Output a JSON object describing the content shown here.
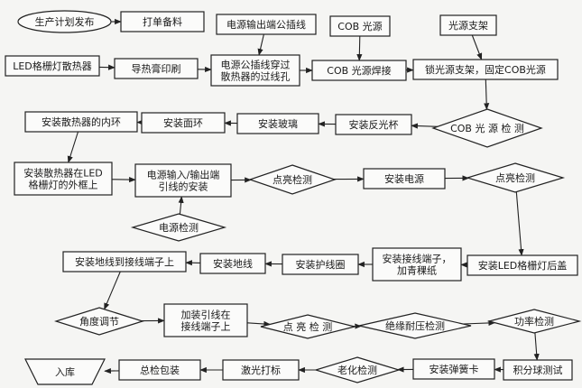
{
  "nodes": {
    "start": {
      "shape": "ellipse",
      "lines": [
        "生产计划发布"
      ]
    },
    "pick": {
      "shape": "rect",
      "lines": [
        "打单备料"
      ]
    },
    "pwr_cable": {
      "shape": "rect",
      "lines": [
        "电源输出端公插线"
      ]
    },
    "cob_src": {
      "shape": "rect",
      "lines": [
        "COB  光源"
      ]
    },
    "lamp_holder": {
      "shape": "rect",
      "lines": [
        "光源支架"
      ]
    },
    "heatsink": {
      "shape": "rect",
      "lines": [
        "LED格栅灯散热器"
      ]
    },
    "paste": {
      "shape": "rect",
      "lines": [
        "导热膏印刷"
      ]
    },
    "thread": {
      "shape": "rect",
      "lines": [
        "电源公插线穿过",
        "散热器的过线孔"
      ]
    },
    "weld": {
      "shape": "rect",
      "lines": [
        "COB  光源焊接"
      ]
    },
    "lock": {
      "shape": "rect",
      "lines": [
        "锁光源支架，固定COB光源"
      ]
    },
    "inner_ring": {
      "shape": "rect",
      "lines": [
        "安装散热器的内环"
      ]
    },
    "face_ring": {
      "shape": "rect",
      "lines": [
        "安装面环"
      ]
    },
    "glass": {
      "shape": "rect",
      "lines": [
        "安装玻璃"
      ]
    },
    "reflector": {
      "shape": "rect",
      "lines": [
        "安装反光杯"
      ]
    },
    "cob_check": {
      "shape": "diamond",
      "lines": [
        "COB  光  源  检  测"
      ]
    },
    "outer_frame": {
      "shape": "rect",
      "lines": [
        "安装散热器在LED",
        "格栅灯的外框上"
      ]
    },
    "lead_install": {
      "shape": "rect",
      "lines": [
        "电源输入/输出端",
        "引线的安装"
      ]
    },
    "light_test1": {
      "shape": "diamond",
      "lines": [
        "点亮检测"
      ]
    },
    "install_psu": {
      "shape": "rect",
      "lines": [
        "安装电源"
      ]
    },
    "light_test2": {
      "shape": "diamond",
      "lines": [
        "点亮检测"
      ]
    },
    "psu_check": {
      "shape": "diamond",
      "lines": [
        "电源检测"
      ]
    },
    "ground_term": {
      "shape": "rect",
      "lines": [
        "安装地线到接线端子上"
      ]
    },
    "ground": {
      "shape": "rect",
      "lines": [
        "安装地线"
      ]
    },
    "guard": {
      "shape": "rect",
      "lines": [
        "安装护线圈"
      ]
    },
    "terminal": {
      "shape": "rect",
      "lines": [
        "安装接线端子，",
        "加青稞纸"
      ]
    },
    "rear_cover": {
      "shape": "rect",
      "lines": [
        "安装LED格栅灯后盖"
      ]
    },
    "angle": {
      "shape": "diamond",
      "lines": [
        "角度调节"
      ]
    },
    "add_lead": {
      "shape": "rect",
      "lines": [
        "加装引线在",
        "接线端子上"
      ]
    },
    "light_test3": {
      "shape": "diamond",
      "lines": [
        "点  亮  检  测"
      ]
    },
    "insul": {
      "shape": "diamond",
      "lines": [
        "绝缘耐压检测"
      ]
    },
    "power_test": {
      "shape": "diamond",
      "lines": [
        "功率检测"
      ]
    },
    "store": {
      "shape": "trapezoid",
      "lines": [
        "入库"
      ]
    },
    "pack": {
      "shape": "rect",
      "lines": [
        "总检包装"
      ]
    },
    "laser": {
      "shape": "rect",
      "lines": [
        "激光打标"
      ]
    },
    "aging": {
      "shape": "diamond",
      "lines": [
        "老化检测"
      ]
    },
    "spring": {
      "shape": "rect",
      "lines": [
        "安装弹簧卡"
      ]
    },
    "sphere": {
      "shape": "rect",
      "lines": [
        "积分球测试"
      ]
    }
  },
  "edges": [
    [
      "start",
      "pick"
    ],
    [
      "heatsink",
      "paste"
    ],
    [
      "paste",
      "thread"
    ],
    [
      "pwr_cable",
      "thread"
    ],
    [
      "thread",
      "weld"
    ],
    [
      "cob_src",
      "weld"
    ],
    [
      "weld",
      "lock"
    ],
    [
      "lamp_holder",
      "lock"
    ],
    [
      "lock",
      "cob_check"
    ],
    [
      "cob_check",
      "reflector"
    ],
    [
      "reflector",
      "glass"
    ],
    [
      "glass",
      "face_ring"
    ],
    [
      "face_ring",
      "inner_ring"
    ],
    [
      "inner_ring",
      "outer_frame"
    ],
    [
      "outer_frame",
      "lead_install"
    ],
    [
      "psu_check",
      "lead_install"
    ],
    [
      "lead_install",
      "light_test1"
    ],
    [
      "light_test1",
      "install_psu"
    ],
    [
      "install_psu",
      "light_test2"
    ],
    [
      "light_test2",
      "rear_cover"
    ],
    [
      "rear_cover",
      "terminal"
    ],
    [
      "terminal",
      "guard"
    ],
    [
      "guard",
      "ground"
    ],
    [
      "ground",
      "ground_term"
    ],
    [
      "ground_term",
      "angle"
    ],
    [
      "angle",
      "add_lead"
    ],
    [
      "add_lead",
      "light_test3"
    ],
    [
      "light_test3",
      "insul"
    ],
    [
      "insul",
      "power_test"
    ],
    [
      "power_test",
      "sphere"
    ],
    [
      "sphere",
      "spring"
    ],
    [
      "spring",
      "aging"
    ],
    [
      "aging",
      "laser"
    ],
    [
      "laser",
      "pack"
    ],
    [
      "pack",
      "store"
    ]
  ]
}
